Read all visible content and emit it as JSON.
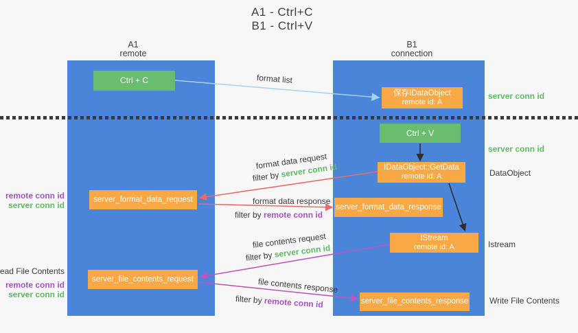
{
  "title": {
    "line1": "A1 - Ctrl+C",
    "line2": "B1 - Ctrl+V"
  },
  "lifelines": {
    "left": {
      "name": "A1",
      "role": "remote"
    },
    "right": {
      "name": "B1",
      "role": "connection"
    }
  },
  "boxes": {
    "ctrl_c": "Ctrl + C",
    "ctrl_v": "Ctrl + V",
    "save_dataobject": {
      "line1": "保存IDataObject",
      "line2": "remote id: A"
    },
    "getdata": {
      "line1": "IDataObject::GetData",
      "line2": "remote id: A"
    },
    "istream": {
      "line1": "IStream",
      "line2": "remote id: A"
    },
    "format_request": "server_format_data_request",
    "format_response": "server_format_data_response",
    "file_request": "server_file_contents_request",
    "file_response": "server_file_contents_response"
  },
  "arrow_labels": {
    "format_list": "format list",
    "format_data_request": "format data request",
    "format_data_response": "format data response",
    "file_contents_request": "file contents request",
    "file_contents_response": "file contents response",
    "filter_by": "filter by"
  },
  "side_labels": {
    "server_conn_id": "server conn id",
    "remote_conn_id": "remote conn id",
    "dataobject": "DataObject",
    "istream": "Istream",
    "read_file_contents": "Read File Contents",
    "write_file_contents": "Write File Contents"
  },
  "colors": {
    "lifeline_blue": "#4a85d9",
    "box_green": "#6abd6e",
    "box_orange": "#f8a945",
    "arrow_red": "#e96a6a",
    "arrow_magenta": "#bf55bf",
    "arrow_light_blue": "#a6d2f2",
    "arrow_black": "#2d2d2d",
    "text_green": "#5fba63",
    "text_purple": "#a94fc4",
    "text_dark": "#3b3b3b"
  }
}
